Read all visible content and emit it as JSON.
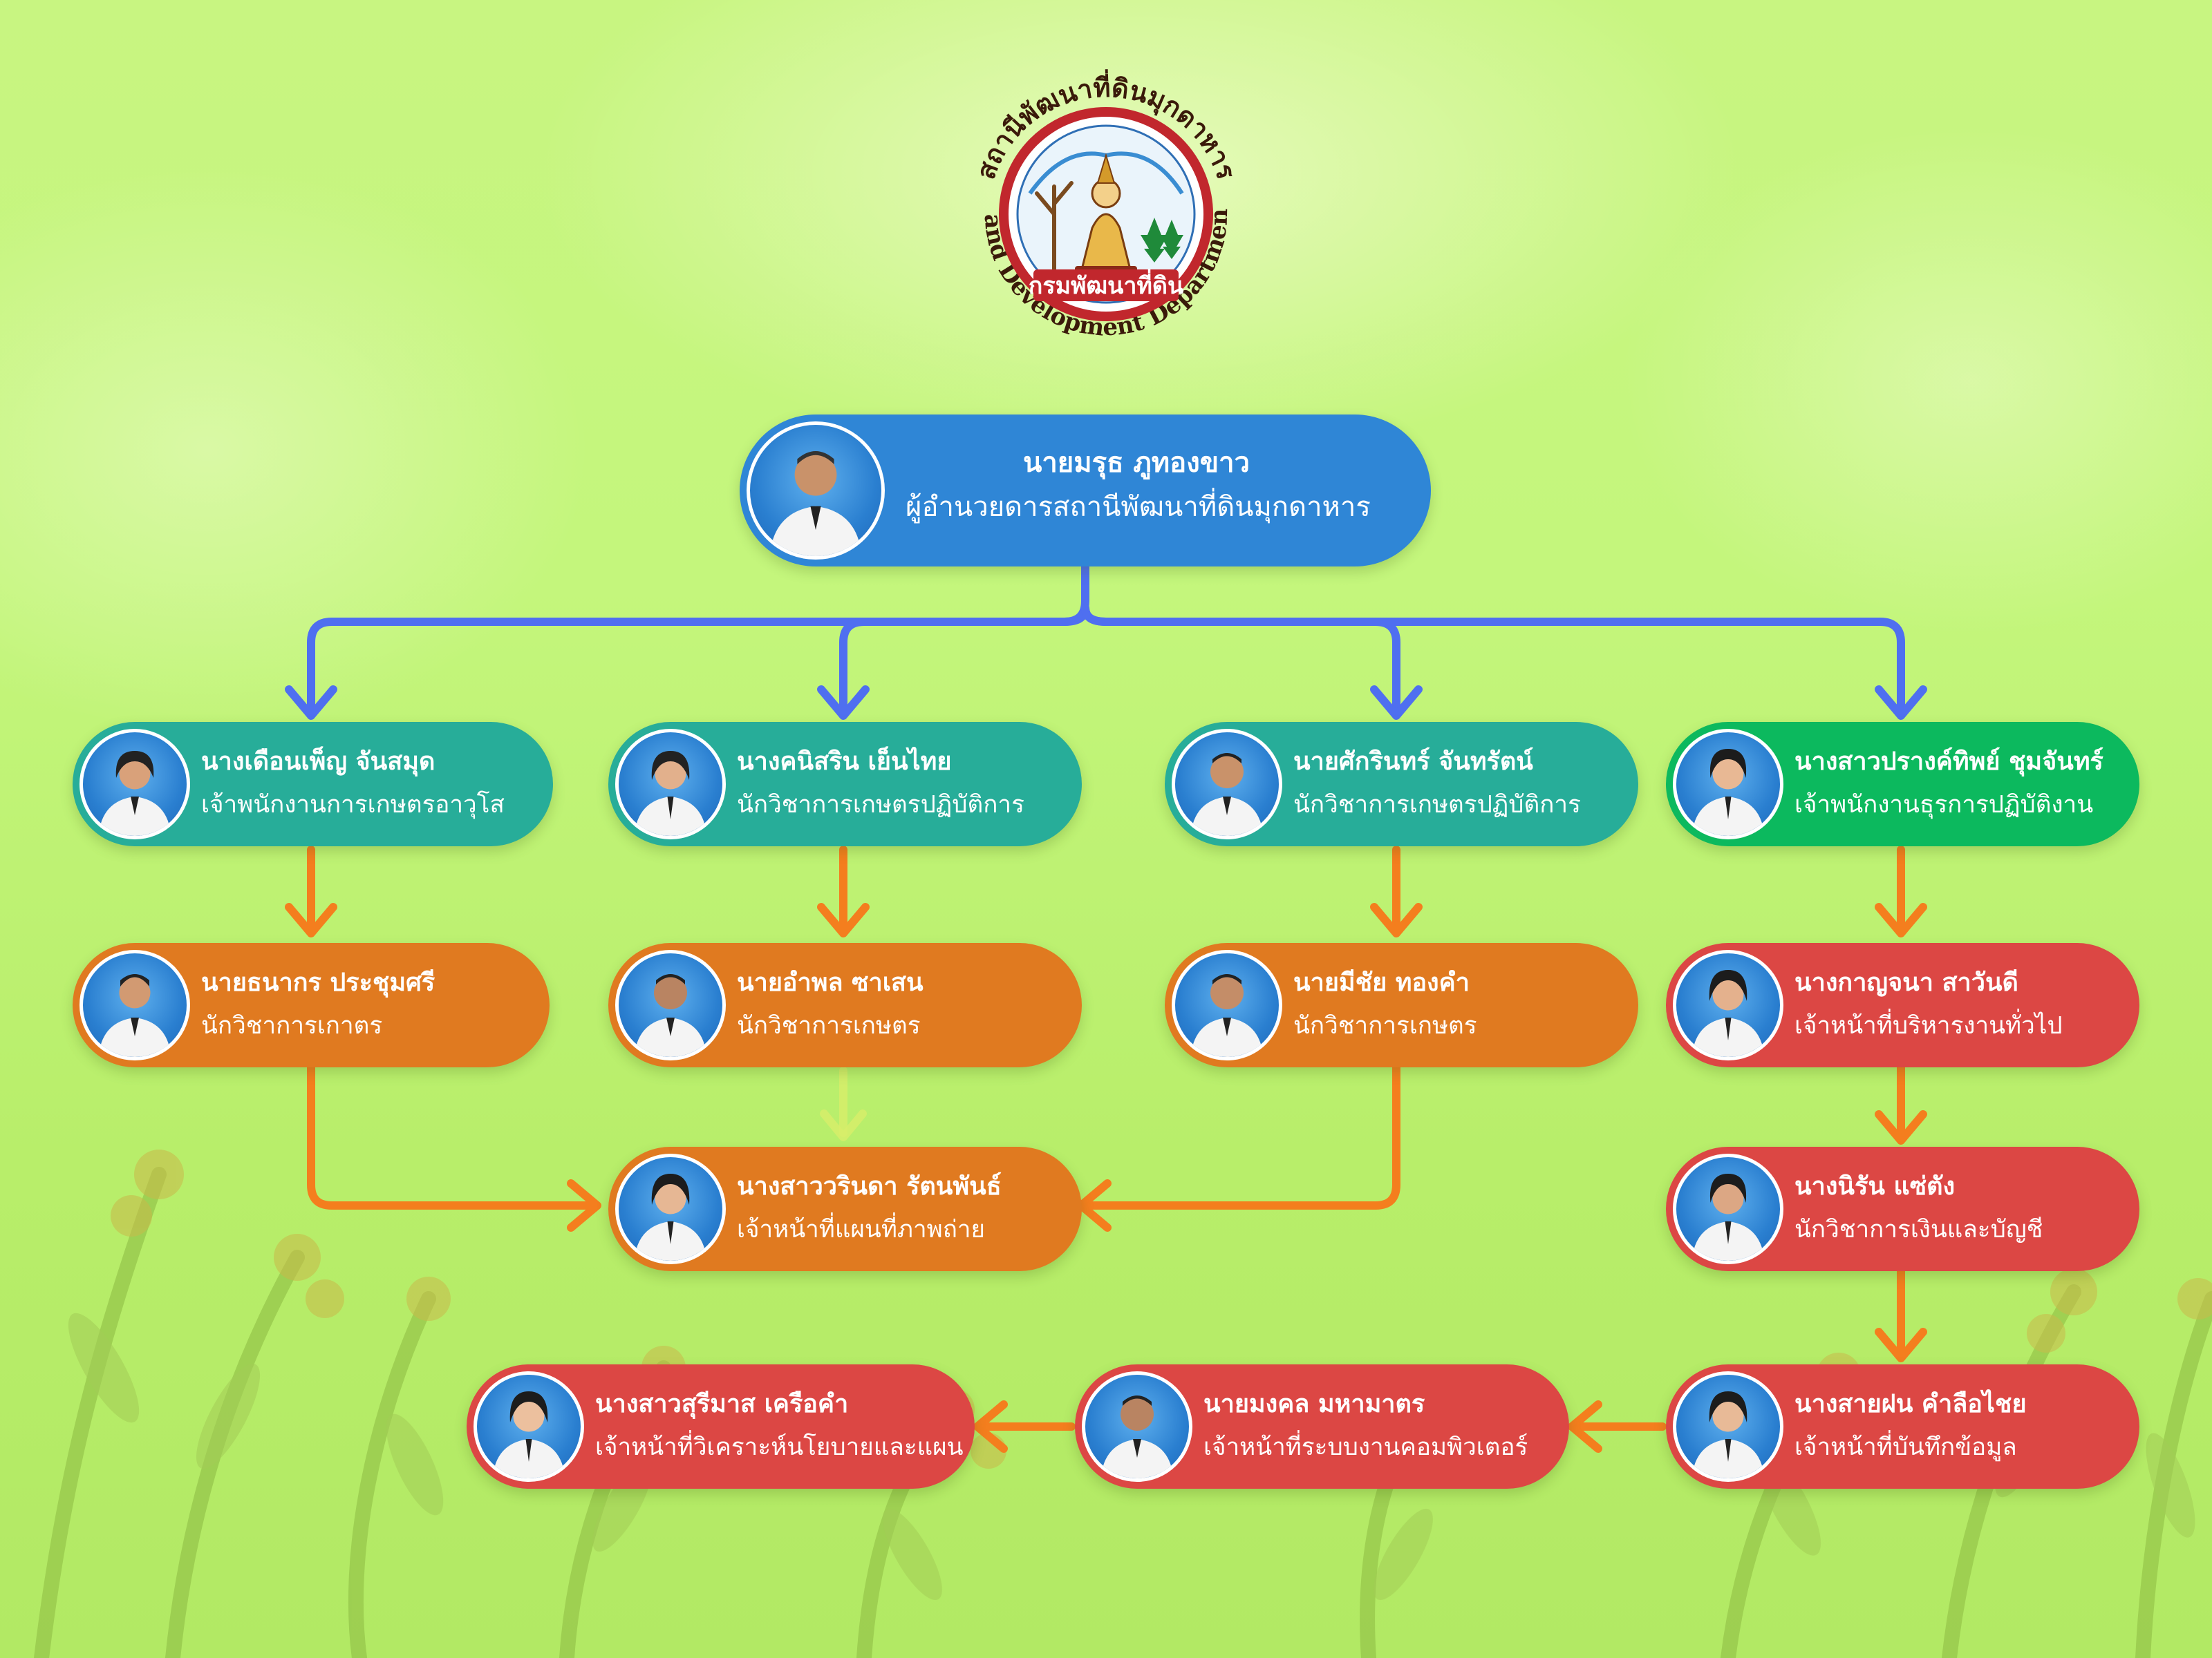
{
  "logo": {
    "top_text": "สถานีพัฒนาที่ดินมุกดาหาร",
    "bottom_text": "Land Development Department",
    "badge_text": "กรมพัฒนาที่ดิน"
  },
  "colors": {
    "blue": "#2f86d6",
    "teal": "#27ad99",
    "green": "#0cb95e",
    "orange": "#e07a20",
    "red": "#dc4744",
    "connector_blue": "#4f6ff0",
    "connector_orange": "#f47e1e"
  },
  "nodes": [
    {
      "id": "director",
      "name": "นายมรุธ ภูทองขาว",
      "role": "ผู้อำนวยดารสถานีพัฒนาที่ดินมุกดาหาร"
    },
    {
      "id": "teal1",
      "name": "นางเดือนเพ็ญ จันสมุด",
      "role": "เจ้าพนักงานการเกษตรอาวุโส"
    },
    {
      "id": "teal2",
      "name": "นางคนิสริน เย็นไทย",
      "role": "นักวิชาการเกษตรปฏิบัติการ"
    },
    {
      "id": "teal3",
      "name": "นายศักรินทร์ จันทรัตน์",
      "role": "นักวิชาการเกษตรปฏิบัติการ"
    },
    {
      "id": "green1",
      "name": "นางสาวปรางค์ทิพย์ ชุมจันทร์",
      "role": "เจ้าพนักงานธุรการปฏิบัติงาน"
    },
    {
      "id": "orange1",
      "name": "นายธนากร ประชุมศรี",
      "role": "นักวิชาการเกาตร"
    },
    {
      "id": "orange2",
      "name": "นายอำพล ซาเสน",
      "role": "นักวิชาการเกษตร"
    },
    {
      "id": "orange3",
      "name": "นายมีชัย ทองคำ",
      "role": "นักวิชาการเกษตร"
    },
    {
      "id": "orange4",
      "name": "นางสาววรินดา รัตนพันธ์",
      "role": "เจ้าหน้าที่แผนที่ภาพถ่าย"
    },
    {
      "id": "red1",
      "name": "นางกาญจนา สาวันดี",
      "role": "เจ้าหน้าที่บริหารงานทั่วไป"
    },
    {
      "id": "red2",
      "name": "นางนิรัน แซ่ตัง",
      "role": "นักวิชาการเงินและบัญชี"
    },
    {
      "id": "red3",
      "name": "นางสายฝน คำลือไชย",
      "role": "เจ้าหน้าที่บันทึกข้อมูล"
    },
    {
      "id": "red4",
      "name": "นายมงคล มหามาตร",
      "role": "เจ้าหน้าที่ระบบงานคอมพิวเตอร์"
    },
    {
      "id": "red5",
      "name": "นางสาวสุรีมาส เครือคำ",
      "role": "เจ้าหน้าที่วิเคราะห์นโยบายและแผน"
    }
  ]
}
